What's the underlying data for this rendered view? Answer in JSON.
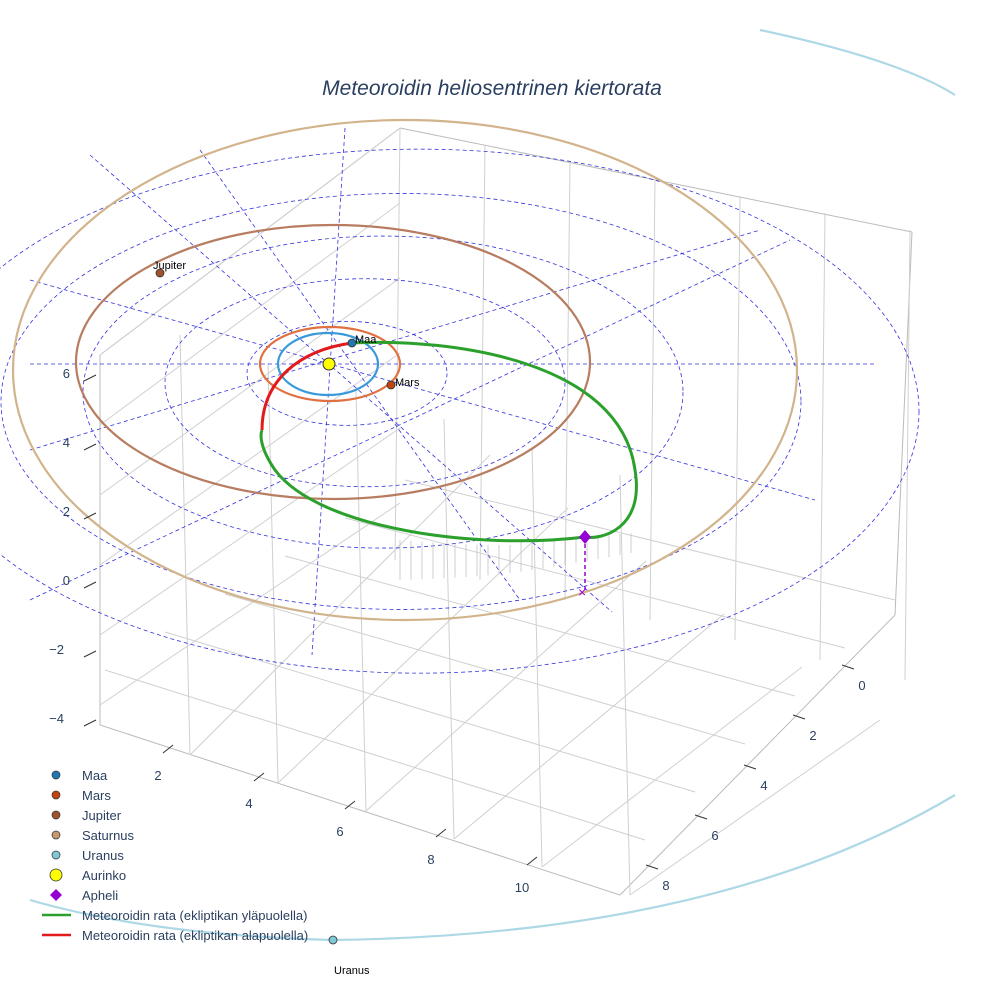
{
  "chart_data": {
    "type": "scatter3d",
    "title": "Meteoroidin heliosentrinen kiertorata",
    "x_ticks": [
      "2",
      "4",
      "6",
      "8",
      "10"
    ],
    "y_ticks": [
      "0",
      "2",
      "4",
      "6",
      "8"
    ],
    "z_ticks": [
      "6",
      "4",
      "2",
      "0",
      "−2",
      "−4"
    ],
    "grid": true,
    "legend_position": "bottom-left",
    "planets": [
      {
        "name": "Maa",
        "color": "#1f77b4",
        "orbit_color": "#3a9ad9",
        "label_shown": true
      },
      {
        "name": "Mars",
        "color": "#c1440e",
        "orbit_color": "#e07040",
        "label_shown": true
      },
      {
        "name": "Jupiter",
        "color": "#a0522d",
        "orbit_color": "#b87d60",
        "label_shown": true
      },
      {
        "name": "Saturnus",
        "color": "#c49a6c",
        "orbit_color": "#d2b48c",
        "label_shown": false
      },
      {
        "name": "Uranus",
        "color": "#7ec8d8",
        "orbit_color": "#add8e6",
        "label_shown": true
      }
    ],
    "sun": {
      "name": "Aurinko",
      "color": "#ffff00"
    },
    "aphelion": {
      "name": "Apheli",
      "color": "#9400d3"
    },
    "orbit_above": {
      "name": "Meteoroidin rata (ekliptikan yläpuolella)",
      "color": "#2ca02c"
    },
    "orbit_below": {
      "name": "Meteoroidin rata (ekliptikan alapuolella)",
      "color": "#e31a1c"
    },
    "ecliptic_grid_color": "#3333dd"
  },
  "legend": [
    {
      "label": "Maa",
      "symbol": "circle",
      "color": "#1f77b4"
    },
    {
      "label": "Mars",
      "symbol": "circle",
      "color": "#c1440e"
    },
    {
      "label": "Jupiter",
      "symbol": "circle",
      "color": "#a0522d"
    },
    {
      "label": "Saturnus",
      "symbol": "circle",
      "color": "#c49a6c"
    },
    {
      "label": "Uranus",
      "symbol": "circle",
      "color": "#7ec8d8"
    },
    {
      "label": "Aurinko",
      "symbol": "circle-large",
      "color": "#ffff00"
    },
    {
      "label": "Apheli",
      "symbol": "diamond",
      "color": "#9400d3"
    },
    {
      "label": "Meteoroidin rata (ekliptikan yläpuolella)",
      "symbol": "line",
      "color": "#2ca02c"
    },
    {
      "label": "Meteoroidin rata (ekliptikan alapuolella)",
      "symbol": "line",
      "color": "#e31a1c"
    }
  ]
}
